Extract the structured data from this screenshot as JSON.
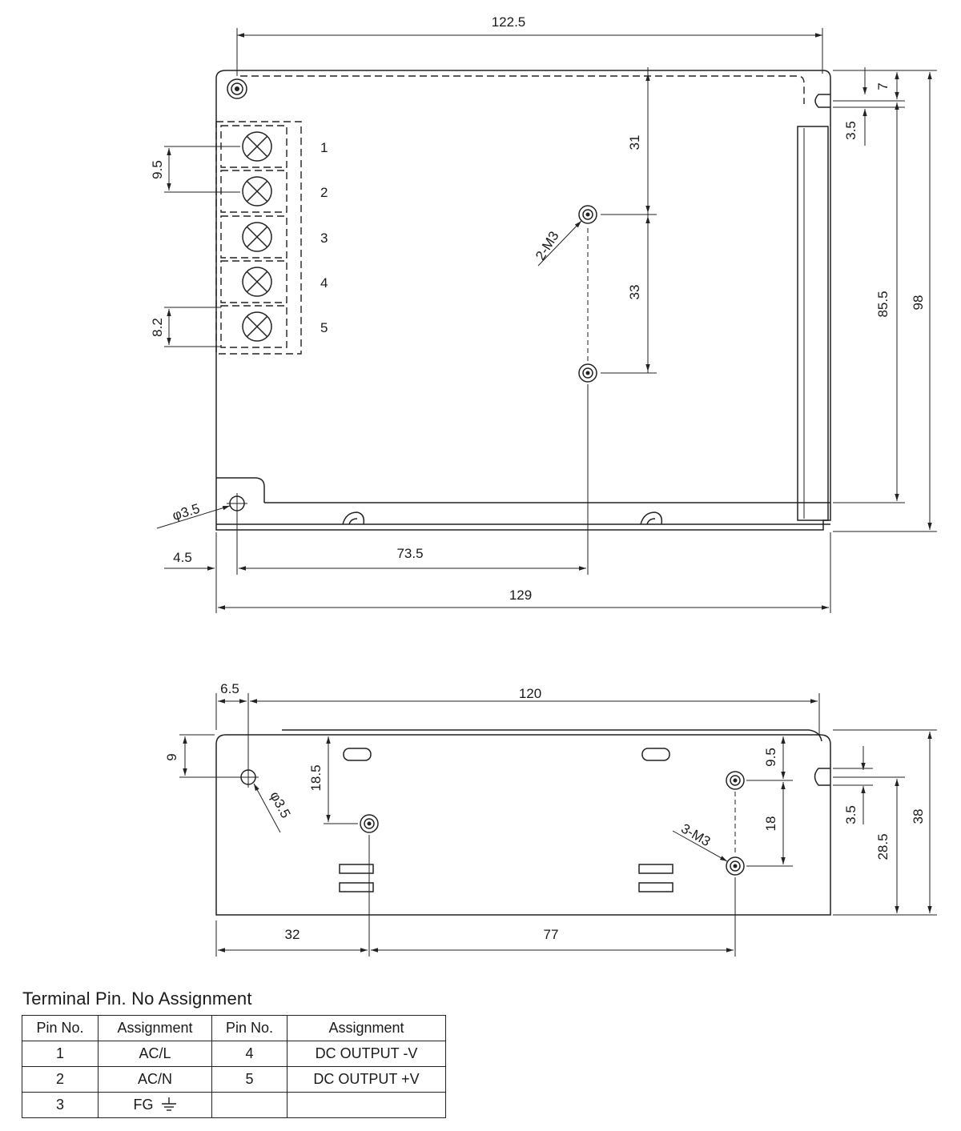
{
  "top_view": {
    "dimensions": {
      "width_top": "122.5",
      "dim_7": "7",
      "dim_3_5_right": "3.5",
      "dim_31": "31",
      "dim_33": "33",
      "dim_85_5": "85.5",
      "height_98": "98",
      "pitch_9_5": "9.5",
      "dim_8_2": "8.2",
      "mount_screw": "2-M3",
      "hole_dia": "φ3.5",
      "dim_4_5": "4.5",
      "dim_73_5": "73.5",
      "width_129": "129"
    },
    "terminal_numbers": [
      "1",
      "2",
      "3",
      "4",
      "5"
    ]
  },
  "side_view": {
    "dimensions": {
      "dim_6_5": "6.5",
      "width_120": "120",
      "dim_9": "9",
      "hole_dia": "φ3.5",
      "dim_18_5": "18.5",
      "dim_9_5": "9.5",
      "dim_18": "18",
      "mount_screw": "3-M3",
      "dim_3_5": "3.5",
      "dim_28_5": "28.5",
      "height_38": "38",
      "dim_32": "32",
      "dim_77": "77"
    }
  },
  "table": {
    "title": "Terminal Pin. No  Assignment",
    "headers": [
      "Pin No.",
      "Assignment",
      "Pin No.",
      "Assignment"
    ],
    "rows": [
      [
        "1",
        "AC/L",
        "4",
        "DC OUTPUT -V"
      ],
      [
        "2",
        "AC/N",
        "5",
        "DC OUTPUT +V"
      ],
      [
        "3",
        "FG",
        "",
        ""
      ]
    ],
    "ground_symbol": "ground-icon"
  }
}
